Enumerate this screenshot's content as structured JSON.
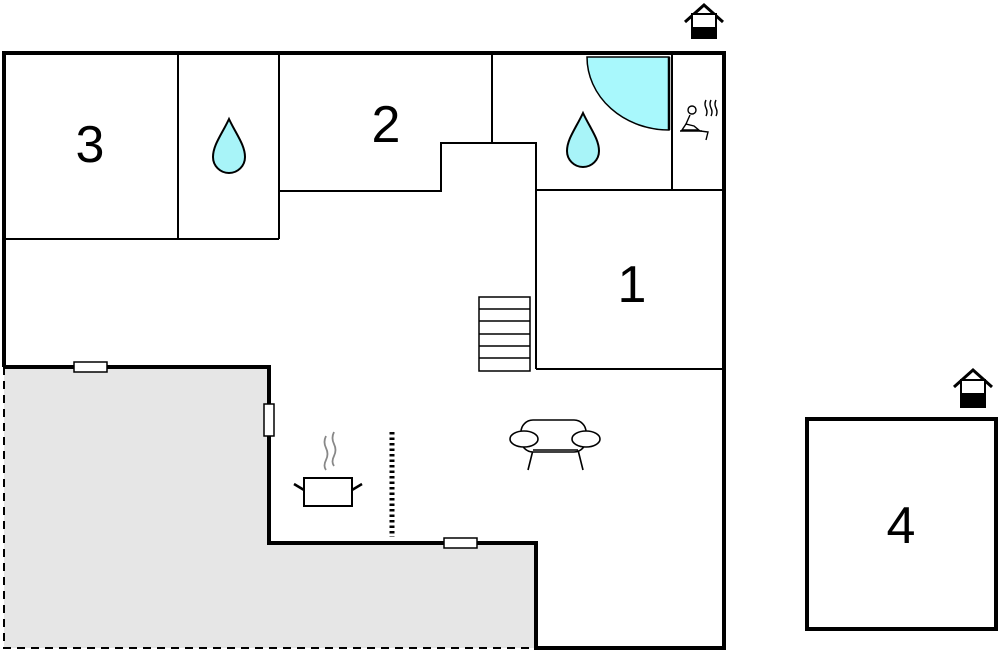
{
  "floorplan": {
    "rooms": [
      {
        "id": "room-1",
        "label": "1"
      },
      {
        "id": "room-2",
        "label": "2"
      },
      {
        "id": "room-3",
        "label": "3"
      },
      {
        "id": "room-4",
        "label": "4"
      }
    ],
    "icons": [
      "house-entrance-icon",
      "water-drop-icon",
      "sauna-icon",
      "stairs-icon",
      "sofa-icon",
      "kitchen-pot-icon",
      "shower-icon"
    ],
    "colors": {
      "wall": "#000000",
      "terrace": "#e6e6e6",
      "water": "#a8f4f8",
      "shower": "#a8f8fc"
    }
  }
}
